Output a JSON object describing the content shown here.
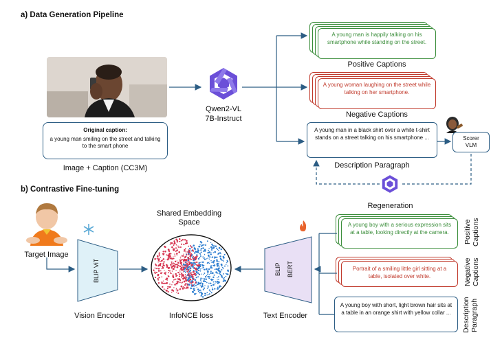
{
  "section_a": {
    "title": "a) Data Generation Pipeline",
    "original_caption_title": "Original caption:",
    "original_caption_text": "a young man smiling on the street and talking to the smart phone",
    "image_caption_label": "Image + Caption (CC3M)",
    "model_label_line1": "Qwen2-VL",
    "model_label_line2": "7B-Instruct",
    "positive_caption_text": "A young man is happily talking on his smartphone while standing on the street.",
    "positive_label": "Positive Captions",
    "negative_caption_text": "A young woman laughing on the street while talking on her smartphone.",
    "negative_label": "Negative Captions",
    "description_text": "A young man in a black shirt over a white t-shirt stands on a street talking on his smartphone ...",
    "description_label": "Description Paragraph",
    "scorer_label_line1": "Scorer",
    "scorer_label_line2": "VLM",
    "regeneration_label": "Regeneration"
  },
  "section_b": {
    "title": "b) Contrastive Fine-tuning",
    "target_image_label": "Target Image",
    "vision_encoder_inner": "BLIP ViT",
    "vision_encoder_label": "Vision Encoder",
    "shared_space_line1": "Shared Embedding",
    "shared_space_line2": "Space",
    "loss_label": "InfoNCE loss",
    "text_encoder_inner_1": "BLIP",
    "text_encoder_inner_2": "BERT",
    "text_encoder_label": "Text Encoder",
    "positive_caption_text": "A young boy with a serious expression sits at a table, looking directly at the camera.",
    "positive_side_label_1": "Positive",
    "positive_side_label_2": "Captions",
    "negative_caption_text": "Portrait of a smiling little girl sitting at a table, isolated over white.",
    "negative_side_label_1": "Negative",
    "negative_side_label_2": "Captions",
    "description_text": "A young boy with short, light brown hair sits at a table in an orange shirt with yellow collar ...",
    "description_side_label_1": "Description",
    "description_side_label_2": "Paragraph"
  },
  "colors": {
    "green": "#3a8d3a",
    "red": "#c0392b",
    "navy": "#2c5d84",
    "encoder_fill": "#dff1f8",
    "text_encoder_fill": "#e9e0f5",
    "purple_logo": "#6b4fd8",
    "scatter_red": "#d6334f",
    "scatter_blue": "#2f7fd0"
  },
  "icons": [
    "qwen-logo-icon",
    "snowflake-icon",
    "fire-icon",
    "judge-avatar-icon",
    "man-photo",
    "boy-photo"
  ]
}
